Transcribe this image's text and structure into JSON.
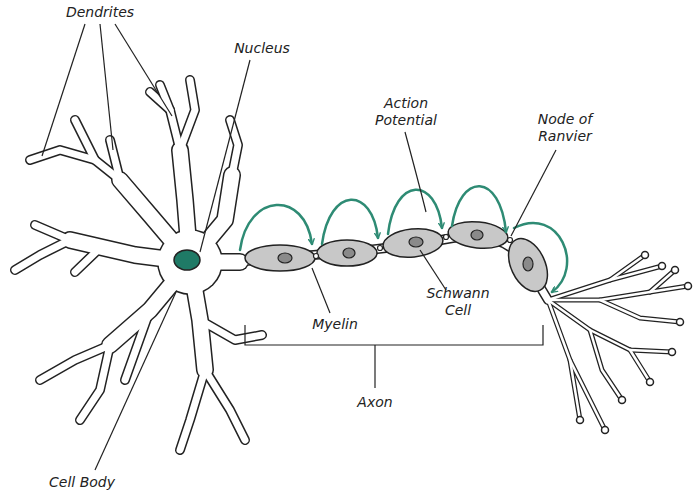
{
  "diagram": {
    "labels": [
      "Dendrites",
      "Nucleus",
      "Action Potential",
      "Node of Ranvier",
      "Schwann Cell",
      "Myelin",
      "Axon",
      "Cell Body"
    ]
  }
}
